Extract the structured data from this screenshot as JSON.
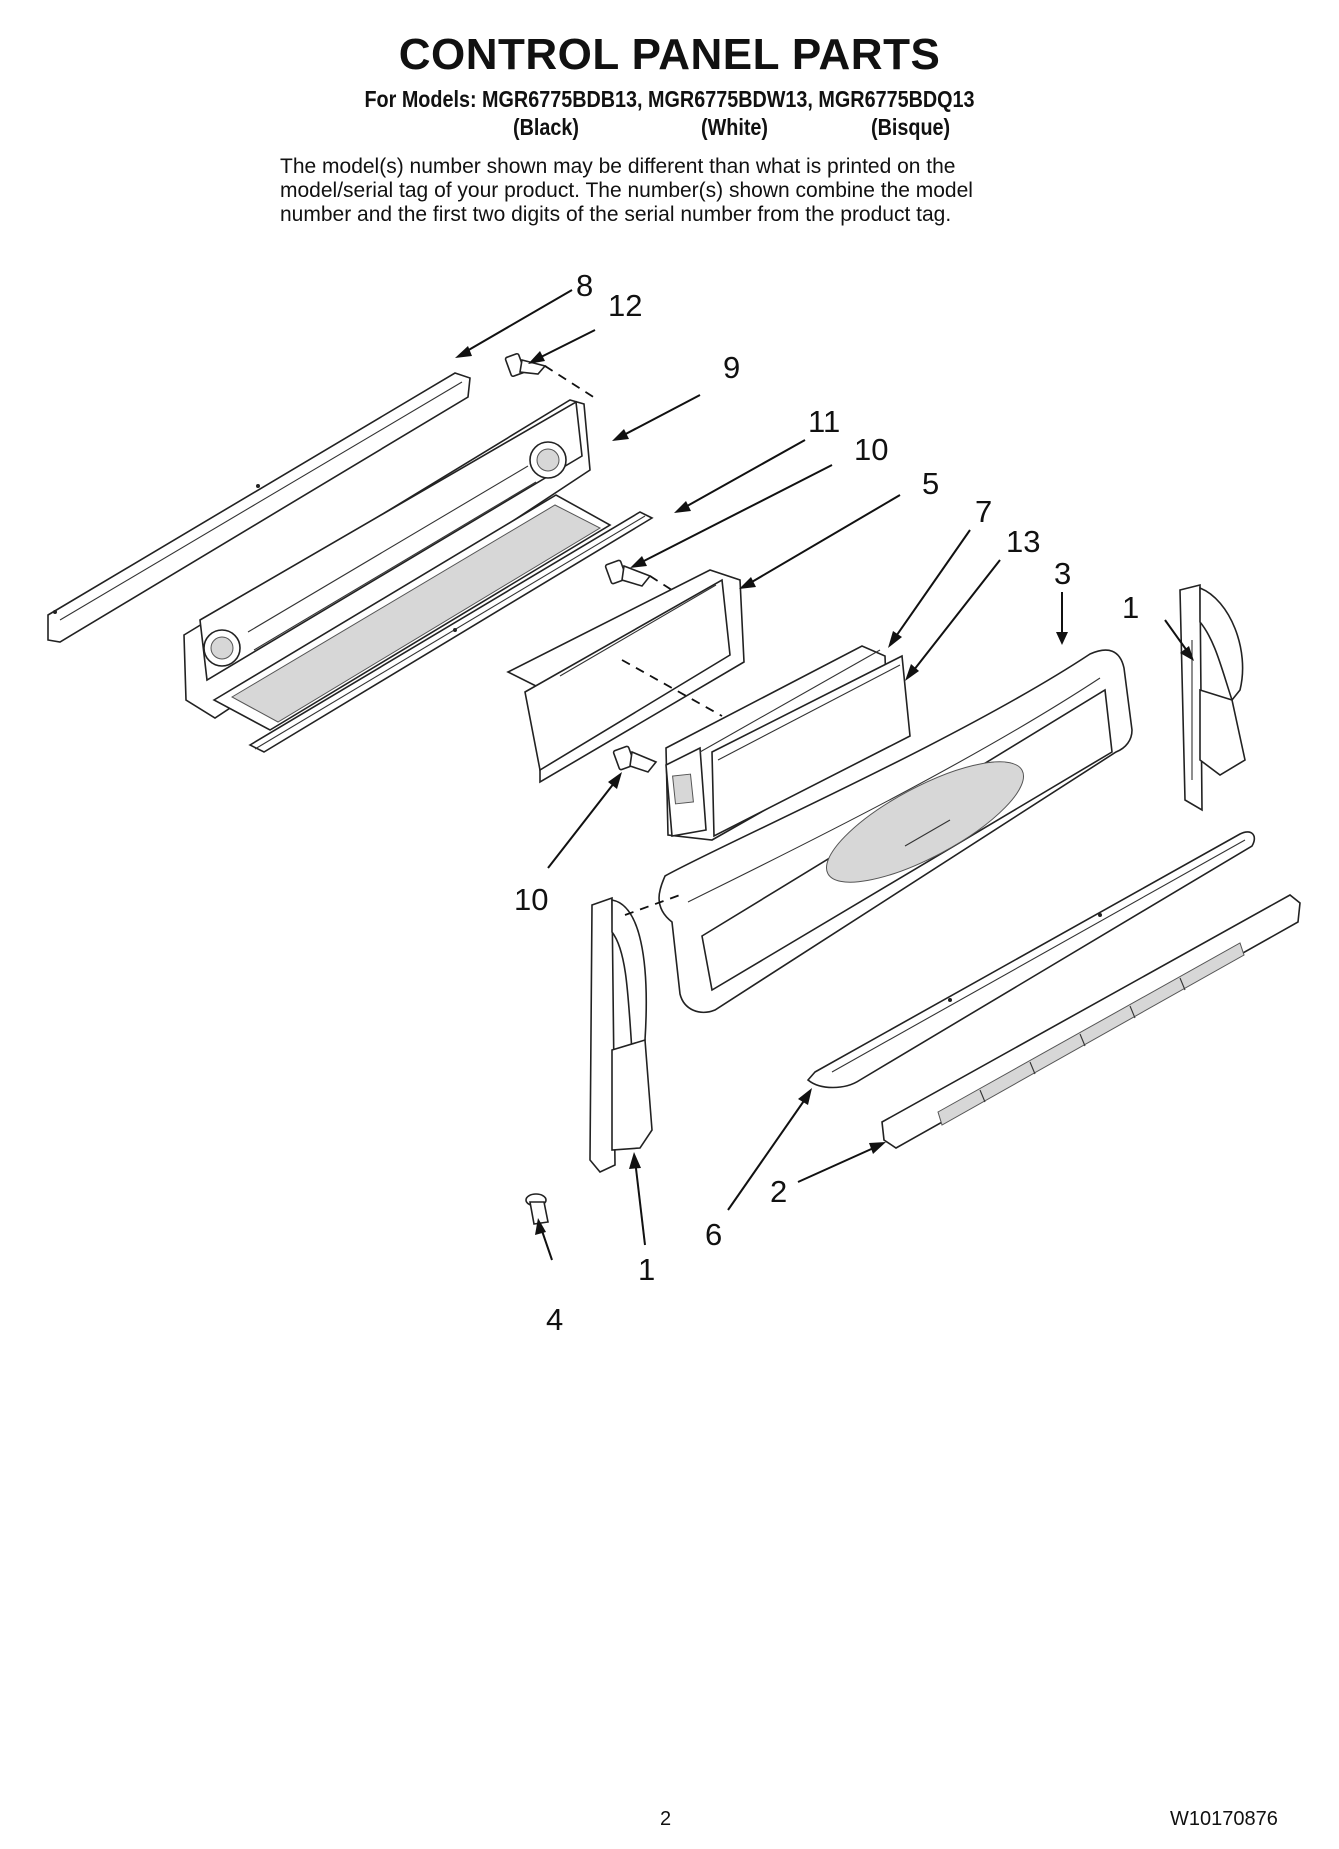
{
  "header": {
    "title": "CONTROL PANEL PARTS",
    "models_line": "For Models: MGR6775BDB13, MGR6775BDW13, MGR6775BDQ13",
    "colors": [
      "(Black)",
      "(White)",
      "(Bisque)"
    ],
    "note_lines": [
      "The model(s) number shown may be different than what is printed on the",
      "model/serial tag of your product. The number(s) shown combine the model",
      "number and the first two digits of the serial number from the product tag."
    ]
  },
  "callouts": [
    "8",
    "12",
    "9",
    "11",
    "10",
    "5",
    "7",
    "13",
    "3",
    "1",
    "10",
    "1",
    "4",
    "6",
    "2"
  ],
  "footer": {
    "page_number": "2",
    "doc_number": "W10170876"
  }
}
